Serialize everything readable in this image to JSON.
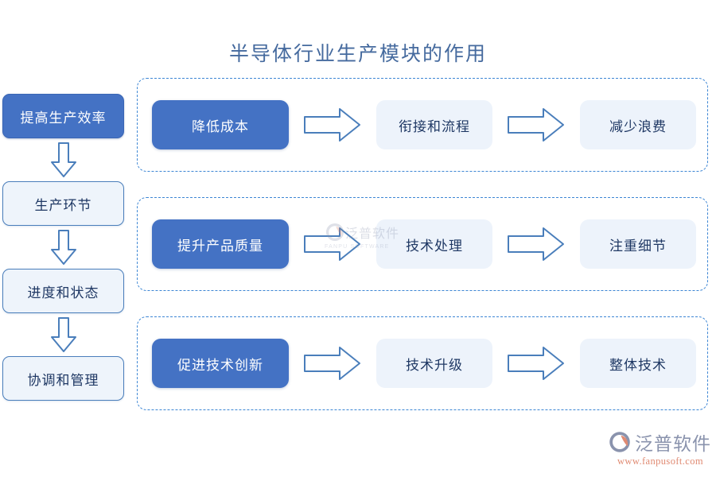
{
  "title": "半导体行业生产模块的作用",
  "colors": {
    "primary_blue": "#4472C4",
    "light_blue_fill": "#EDF3FB",
    "outline_blue": "#4A7EBB",
    "dashed_border": "#3D86D4",
    "dark_text": "#1F3864",
    "title_color": "#456A9E",
    "logo_gray": "#8A93AD",
    "logo_orange": "#E08A72"
  },
  "sidebar": {
    "items": [
      {
        "label": "提高生产效率",
        "style": "primary"
      },
      {
        "label": "生产环节",
        "style": "light"
      },
      {
        "label": "进度和状态",
        "style": "light"
      },
      {
        "label": "协调和管理",
        "style": "light"
      }
    ],
    "connector_icon": "arrow-down-icon"
  },
  "rows": [
    {
      "id": "row-cost",
      "nodes": [
        {
          "label": "降低成本",
          "style": "primary"
        },
        {
          "label": "衔接和流程",
          "style": "light"
        },
        {
          "label": "减少浪费",
          "style": "light"
        }
      ],
      "connector_icon": "arrow-right-icon"
    },
    {
      "id": "row-quality",
      "nodes": [
        {
          "label": "提升产品质量",
          "style": "primary"
        },
        {
          "label": "技术处理",
          "style": "light"
        },
        {
          "label": "注重细节",
          "style": "light"
        }
      ],
      "connector_icon": "arrow-right-icon"
    },
    {
      "id": "row-innovation",
      "nodes": [
        {
          "label": "促进技术创新",
          "style": "primary"
        },
        {
          "label": "技术升级",
          "style": "light"
        },
        {
          "label": "整体技术",
          "style": "light"
        }
      ],
      "connector_icon": "arrow-right-icon"
    }
  ],
  "watermark": {
    "brand": "泛普软件",
    "subtitle": "FANPU SOFTWARE"
  },
  "logo": {
    "brand": "泛普软件",
    "url": "www.fanpusoft.com",
    "icon": "fanpu-swoosh-logo-icon"
  }
}
